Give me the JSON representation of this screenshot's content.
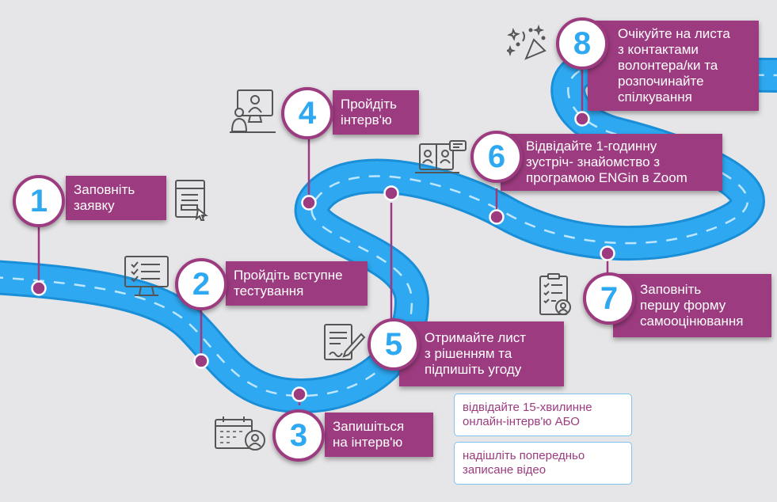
{
  "steps": [
    {
      "number": "1",
      "lines": [
        "Заповніть",
        "заявку"
      ]
    },
    {
      "number": "2",
      "lines": [
        "Пройдіть вступне",
        "тестування"
      ]
    },
    {
      "number": "3",
      "lines": [
        "Запишіться",
        "на інтерв'ю"
      ]
    },
    {
      "number": "4",
      "lines": [
        "Пройдіть",
        "інтерв'ю"
      ]
    },
    {
      "number": "5",
      "lines": [
        "Отримайте лист",
        "з рішенням та",
        "підпишіть угоду"
      ]
    },
    {
      "number": "6",
      "lines": [
        "Відвідайте 1-годинну",
        "зустріч- знайомство з",
        "програмою ENGin в Zoom"
      ]
    },
    {
      "number": "7",
      "lines": [
        "Заповніть",
        "першу форму",
        "самооцінювання"
      ]
    },
    {
      "number": "8",
      "lines": [
        "Очікуйте на листа",
        "з контактами",
        "волонтера/ки та",
        "розпочинайте",
        "спілкування"
      ]
    }
  ],
  "options": [
    {
      "lines": [
        "відвідайте 15-хвилинне",
        "онлайн-інтерв'ю АБО"
      ]
    },
    {
      "lines": [
        "надішліть попередньо",
        "записане відео"
      ]
    }
  ],
  "icons": {
    "step1": "application-form-icon",
    "step2": "online-test-icon",
    "step3": "calendar-person-icon",
    "step4": "video-interview-icon",
    "step5": "signed-document-icon",
    "step6": "video-meeting-icon",
    "step7": "self-assessment-form-icon",
    "step8": "celebration-party-popper-icon"
  },
  "colors": {
    "background": "#e6e6e8",
    "road": "#2ea8f0",
    "road_edge": "#1a8fd8",
    "lane": "#bfe6ff",
    "accent": "#9c3b7f",
    "number": "#2ea8f0",
    "icon": "#555555"
  }
}
